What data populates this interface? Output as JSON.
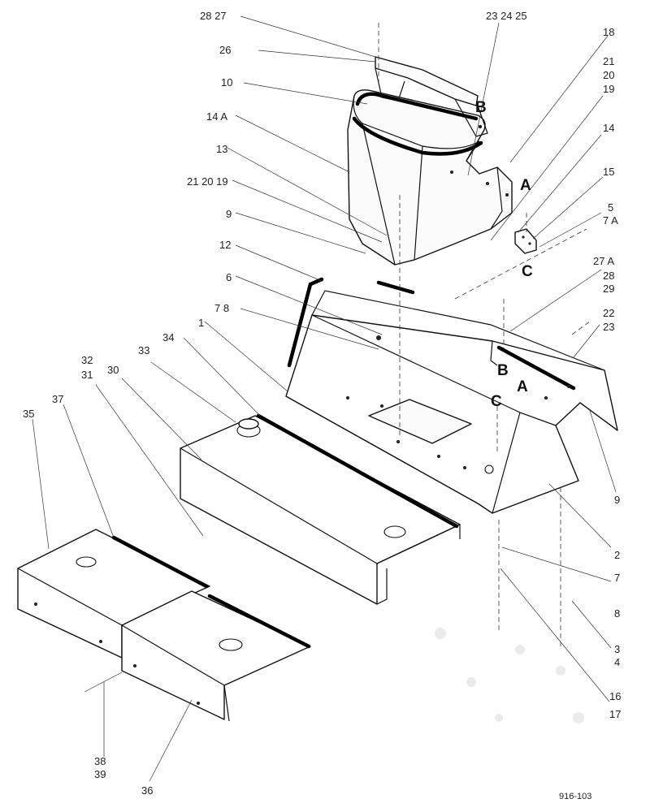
{
  "figure_number": "916-103",
  "callouts": {
    "c28_27": "28 27",
    "c26": "26",
    "c10": "10",
    "c14a": "14 A",
    "c13": "13",
    "c21_20_19": "21 20 19",
    "c9_left": "9",
    "c12": "12",
    "c6": "6",
    "c7_8_left": "7 8",
    "c1": "1",
    "c34": "34",
    "c33": "33",
    "c32": "32",
    "c31": "31",
    "c30": "30",
    "c37": "37",
    "c35": "35",
    "c23_24_25": "23 24 25",
    "c18": "18",
    "c21_r": "21",
    "c20_r": "20",
    "c19_r": "19",
    "c14": "14",
    "c15": "15",
    "c5": "5",
    "c7a": "7 A",
    "c27a": "27 A",
    "c28_r": "28",
    "c29": "29",
    "c22": "22",
    "c23_r": "23",
    "c9_right": "9",
    "c2": "2",
    "c7_r": "7",
    "c8_r": "8",
    "c3": "3",
    "c4": "4",
    "c16": "16",
    "c17": "17",
    "c38": "38",
    "c39": "39",
    "c36": "36"
  },
  "reference_letters": {
    "b_top": "B",
    "a_top": "A",
    "c_top": "C",
    "b_mid": "B",
    "a_mid": "A",
    "c_mid": "C"
  }
}
